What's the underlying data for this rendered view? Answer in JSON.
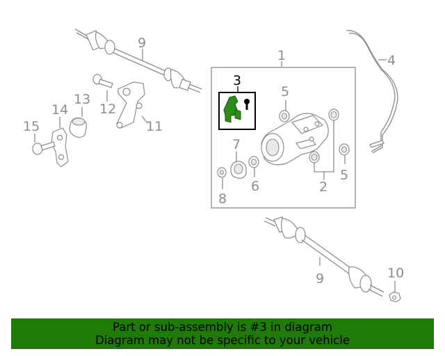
{
  "callouts": {
    "c1": "1",
    "c2": "2",
    "c3": "3",
    "c4": "4",
    "c5a": "5",
    "c5b": "5",
    "c6": "6",
    "c7": "7",
    "c8": "8",
    "c9a": "9",
    "c9b": "9",
    "c10": "10",
    "c11": "11",
    "c12": "12",
    "c13": "13",
    "c14": "14",
    "c15": "15"
  },
  "highlight_color": "#2e8b1a",
  "banner": {
    "line1": "Part or sub-assembly is #3 in diagram",
    "line2": "Diagram may not be specific to your vehicle",
    "color": "#1f7a0a"
  }
}
